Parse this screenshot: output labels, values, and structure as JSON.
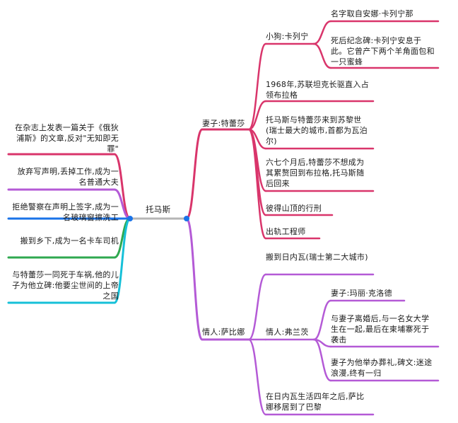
{
  "root": {
    "label": "托马斯"
  },
  "colors": {
    "root_line": "#b5b5b5",
    "root_dot": "#1a73e8",
    "wife": "#d9356b",
    "lover": "#b45ad6",
    "left": [
      "#d9356b",
      "#b45ad6",
      "#1a73e8",
      "#2fa84f",
      "#16c0d8"
    ]
  },
  "wife": {
    "label": "妻子:特蕾莎",
    "dog": {
      "label": "小狗:卡列宁",
      "children": [
        "名字取自安娜·卡列宁那",
        "死后纪念碑:卡列宁安息于此。它曾产下两个羊角面包和一只蜜蜂"
      ]
    },
    "items": [
      "1968年,苏联坦克长驱直入占领布拉格",
      "托马斯与特蕾莎来到苏黎世(瑞士最大的城市,首都为瓦泊尔)",
      "六七个月后,特蕾莎不想成为其累赘回到布拉格,托马斯随后回来",
      "彼得山顶的行刑",
      "出轨工程师"
    ]
  },
  "lover": {
    "label": "情人:萨比娜",
    "items": [
      "搬到日内瓦(瑞士第二大城市)",
      "在日内瓦生活四年之后,萨比娜移居到了巴黎"
    ],
    "franz": {
      "label": "情人:弗兰茨",
      "children": [
        "妻子:玛丽·克洛德",
        "与妻子离婚后,与一名女大学生在一起,最后在柬埔寨死于袭击",
        "妻子为他举办葬礼,碑文:迷途浪漫,终有一归"
      ]
    }
  },
  "left": [
    "在杂志上发表一篇关于《俄狄浦斯》的文章,反对\"无知即无罪\"",
    "放弃写声明,丢掉工作,成为一名普通大夫",
    "拒绝警察在声明上签字,成为一名玻璃窗擦洗工",
    "搬到乡下,成为一名卡车司机",
    "与特蕾莎一同死于车祸,他的儿子为他立碑:他要尘世间的上帝之国"
  ]
}
